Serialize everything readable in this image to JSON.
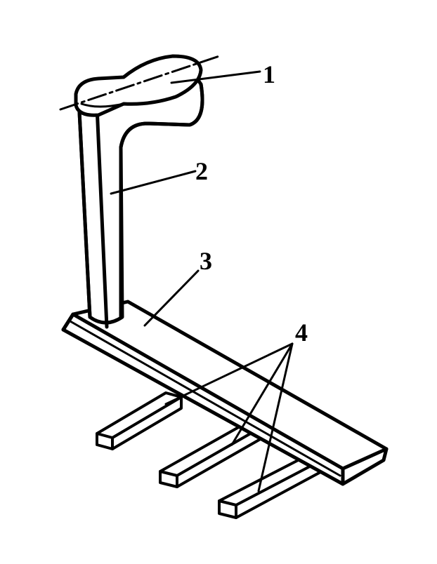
{
  "diagram": {
    "labels": {
      "one": "1",
      "two": "2",
      "three": "3",
      "four": "4"
    },
    "ink_color": "#000000",
    "background_color": "#ffffff"
  }
}
